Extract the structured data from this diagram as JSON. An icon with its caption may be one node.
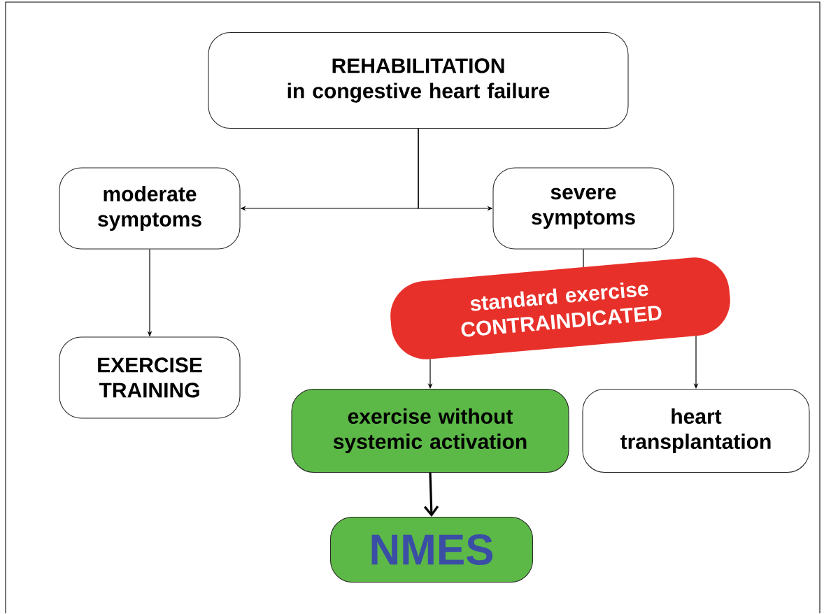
{
  "diagram": {
    "nodes": [
      {
        "text": [
          "REHABILITATION",
          "in congestive heart failure"
        ]
      },
      {
        "text": [
          "moderate symptoms"
        ]
      },
      {
        "text": [
          "severe symptoms"
        ]
      },
      {
        "text": [
          "standard exercise CONTRAINDICATED"
        ]
      },
      {
        "text": [
          "EXERCISE TRAINING"
        ]
      },
      {
        "text": [
          "exercise without systemic activation"
        ]
      },
      {
        "text": [
          "heart transplantation"
        ]
      },
      {
        "text": [
          "NMES"
        ]
      }
    ],
    "edges": [
      {
        "from": 0,
        "to": 1,
        "arrow": "to"
      },
      {
        "from": 0,
        "to": 2,
        "arrow": "to"
      },
      {
        "from": 1,
        "to": 4,
        "arrow": "to"
      },
      {
        "from": 2,
        "to": 3,
        "arrow": "none"
      },
      {
        "from": 3,
        "to": 5,
        "arrow": "to"
      },
      {
        "from": 3,
        "to": 6,
        "arrow": "to"
      },
      {
        "from": 5,
        "to": 7,
        "arrow": "to",
        "style": "thick"
      }
    ]
  }
}
